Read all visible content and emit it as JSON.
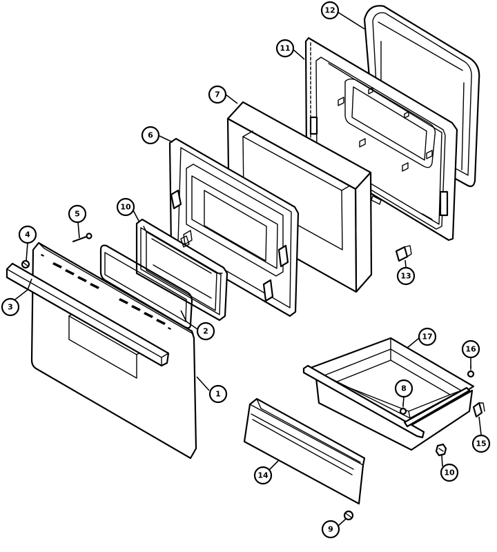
{
  "callouts": [
    {
      "id": "c1",
      "label": "1"
    },
    {
      "id": "c2",
      "label": "2"
    },
    {
      "id": "c3",
      "label": "3"
    },
    {
      "id": "c4",
      "label": "4"
    },
    {
      "id": "c5",
      "label": "5"
    },
    {
      "id": "c6",
      "label": "6"
    },
    {
      "id": "c7",
      "label": "7"
    },
    {
      "id": "c8",
      "label": "8"
    },
    {
      "id": "c9",
      "label": "9"
    },
    {
      "id": "c10a",
      "label": "10"
    },
    {
      "id": "c10b",
      "label": "10"
    },
    {
      "id": "c11",
      "label": "11"
    },
    {
      "id": "c12",
      "label": "12"
    },
    {
      "id": "c13",
      "label": "13"
    },
    {
      "id": "c14",
      "label": "14"
    },
    {
      "id": "c15",
      "label": "15"
    },
    {
      "id": "c16",
      "label": "16"
    },
    {
      "id": "c17",
      "label": "17"
    }
  ]
}
